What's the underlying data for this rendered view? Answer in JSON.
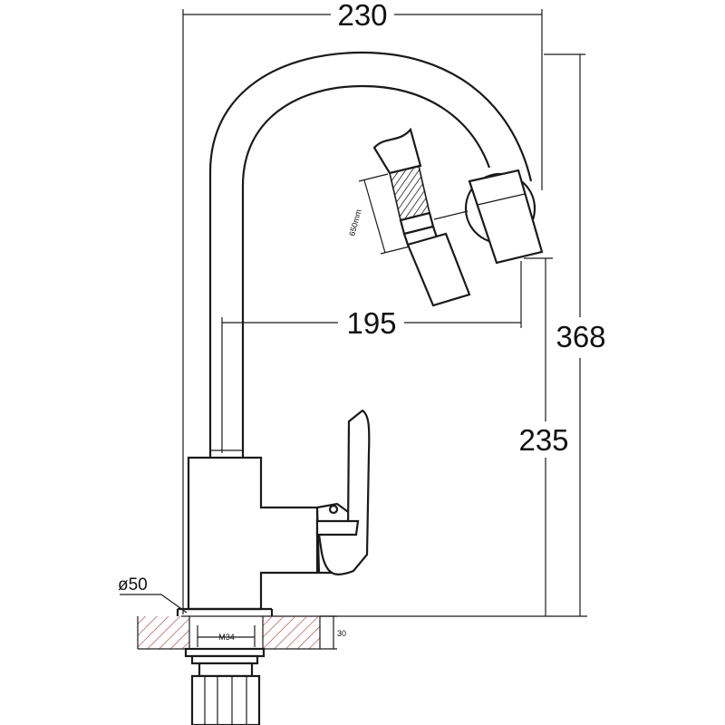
{
  "dimensions": {
    "width_total": "230",
    "reach": "195",
    "height_total": "368",
    "spout_height": "235",
    "base_diameter": "ø50",
    "hose_length": "650mm",
    "thread": "M34",
    "deck_thickness": "30"
  },
  "colors": {
    "line": "#1a1a1a",
    "hatch": "#b04040",
    "background": "#ffffff"
  }
}
